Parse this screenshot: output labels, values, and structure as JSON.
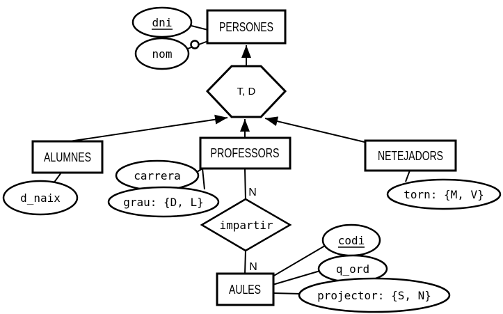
{
  "colors": {
    "line": "#000000",
    "shape_fill": "#ffffff",
    "background": "#ffffff",
    "text": "#000000"
  },
  "entities": {
    "persones": {
      "label": "PERSONES"
    },
    "alumnes": {
      "label": "ALUMNES"
    },
    "professors": {
      "label": "PROFESSORS"
    },
    "netejadors": {
      "label": "NETEJADORS"
    },
    "aules": {
      "label": "AULES"
    }
  },
  "attributes": {
    "dni": {
      "label": "dni",
      "primary_key": true,
      "owner": "persones"
    },
    "nom": {
      "label": "nom",
      "owner": "persones",
      "optional_marker": true
    },
    "d_naix": {
      "label": "d_naix",
      "owner": "alumnes"
    },
    "carrera": {
      "label": "carrera",
      "owner": "professors"
    },
    "grau": {
      "label": "grau: {D, L}",
      "owner": "professors"
    },
    "torn": {
      "label": "torn: {M, V}",
      "owner": "netejadors"
    },
    "codi": {
      "label": "codi",
      "primary_key": true,
      "owner": "aules"
    },
    "q_ord": {
      "label": "q_ord",
      "owner": "aules"
    },
    "projector": {
      "label": "projector: {S, N}",
      "owner": "aules"
    }
  },
  "relationships": {
    "impartir": {
      "label": "impartir",
      "cardinality_professors": "N",
      "cardinality_aules": "N"
    }
  },
  "specialization": {
    "label": "T, D",
    "parent": "persones",
    "children": [
      "alumnes",
      "professors",
      "netejadors"
    ]
  }
}
